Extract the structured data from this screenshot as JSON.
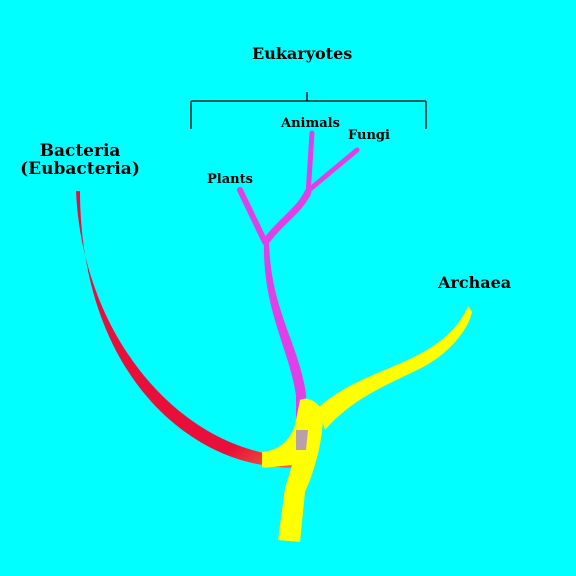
{
  "labels": {
    "eukaryotes": "Eukaryotes",
    "animals": "Animals",
    "fungi": "Fungi",
    "plants": "Plants",
    "bacteria_line1": "Bacteria",
    "bacteria_line2": "(Eubacteria)",
    "archaea": "Archaea"
  },
  "colors": {
    "background": "#00ffff",
    "bacteria_branch": "#e8103a",
    "eukaryote_branch": "#e040e8",
    "archaea_branch": "#ffff00",
    "bracket": "#000000"
  }
}
